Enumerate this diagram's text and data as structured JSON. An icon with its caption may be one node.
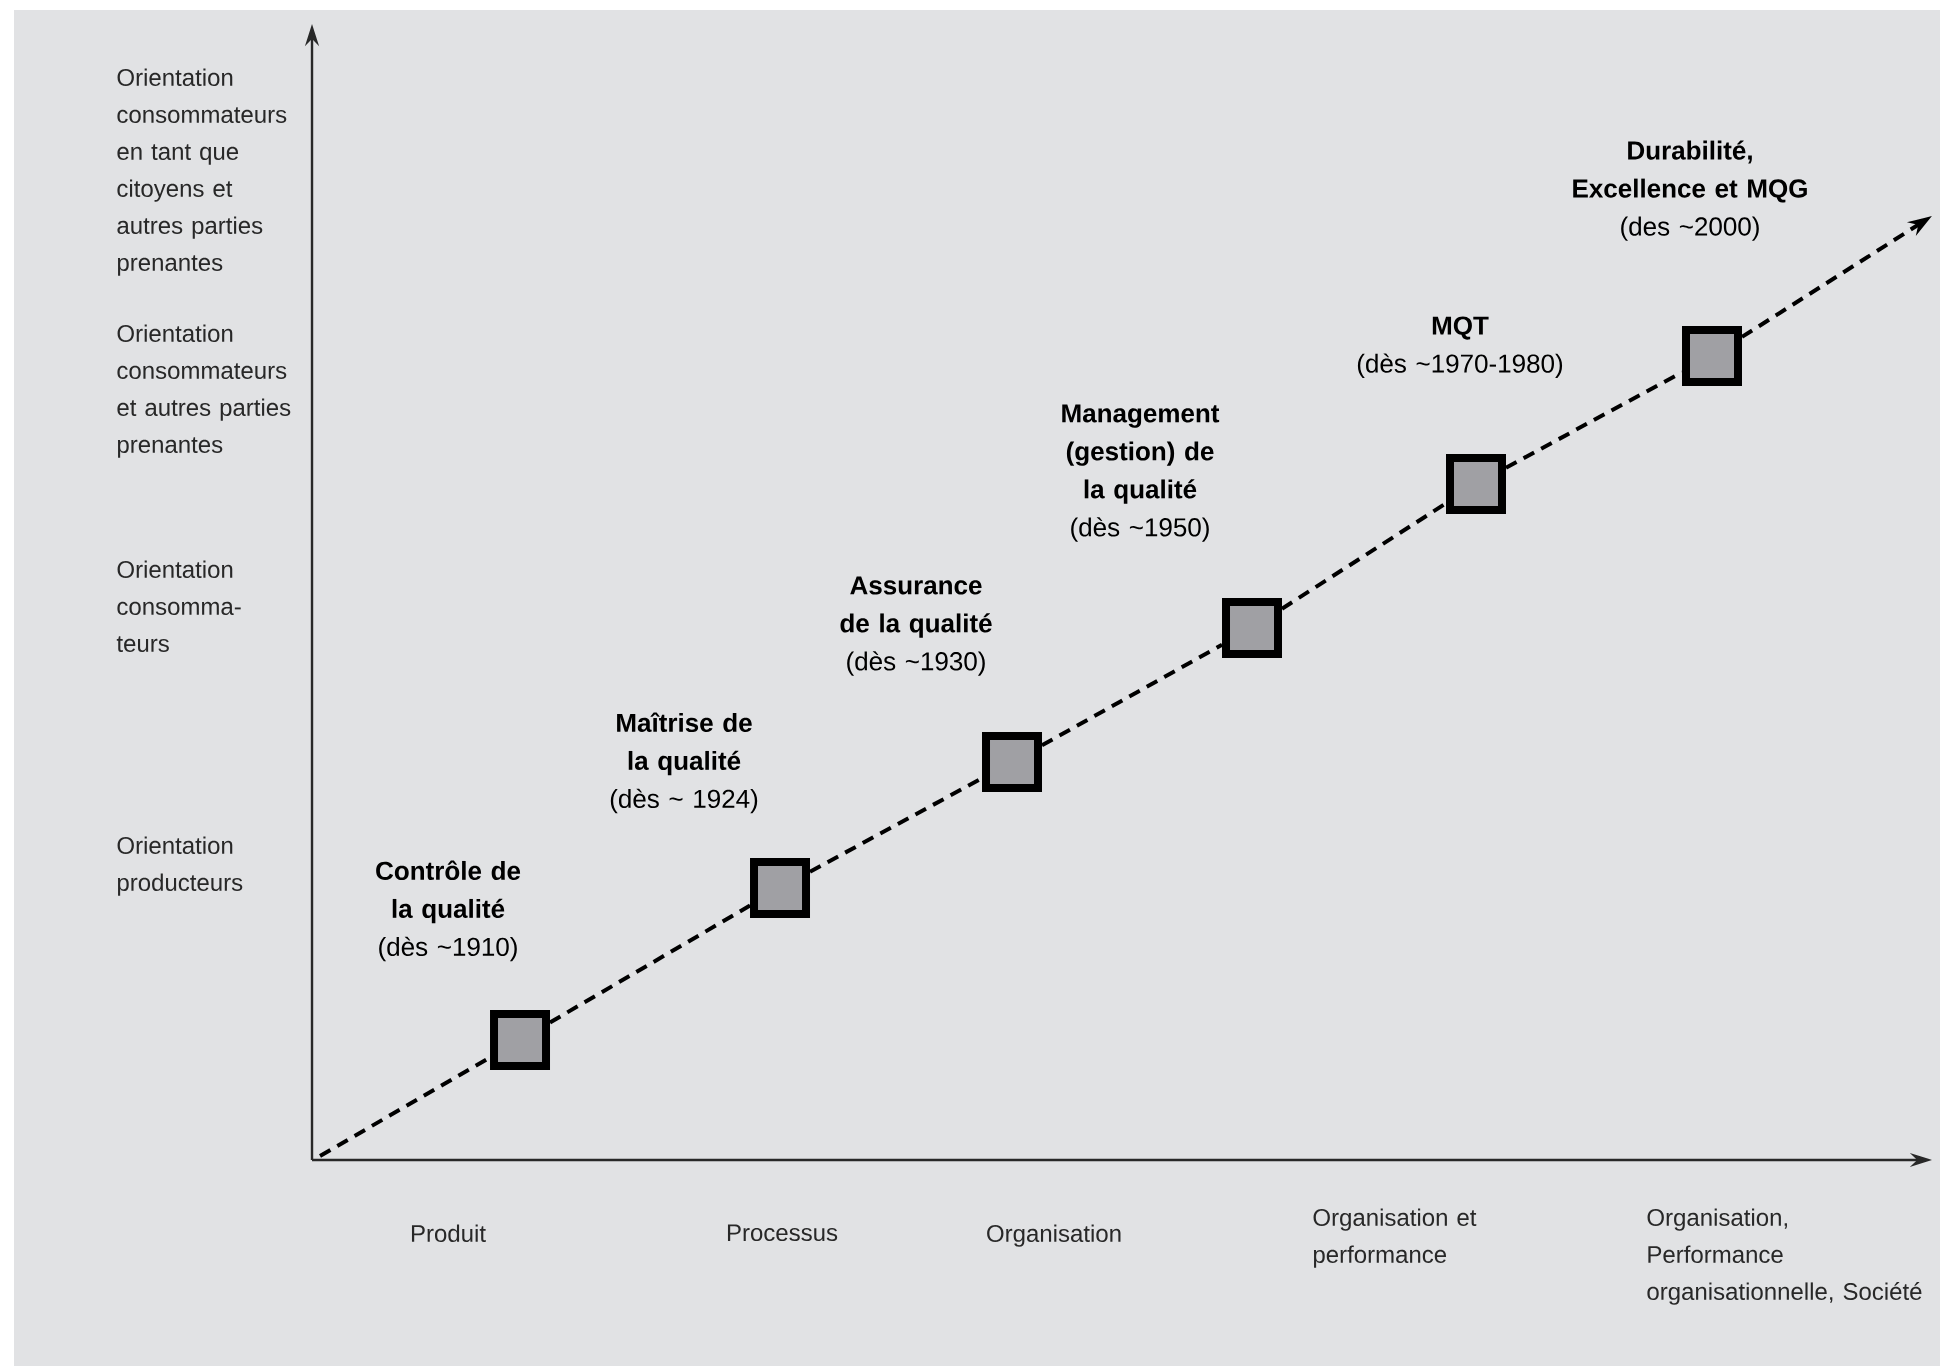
{
  "diagram": {
    "nodes": [
      {
        "text": [],
        "shape": "box",
        "beside": [
          "Contrôle de la qualité",
          "(dès ~1910)"
        ]
      },
      {
        "text": [],
        "shape": "box",
        "beside": [
          "Maîtrise de la qualité",
          "(dès ~ 1924)"
        ]
      },
      {
        "text": [],
        "shape": "box",
        "beside": [
          "Assurance de la qualité",
          "(dès ~1930)"
        ]
      },
      {
        "text": [],
        "shape": "box",
        "beside": [
          "Management (gestion) de la qualité",
          "(dès ~1950)"
        ]
      },
      {
        "text": [],
        "shape": "box",
        "beside": [
          "MQT",
          "(dès ~1970-1980)"
        ]
      },
      {
        "text": [],
        "shape": "box",
        "beside": [
          "Durabilité, Excellence et MQG",
          "(des ~2000)"
        ]
      }
    ],
    "edges": [
      {
        "from": null,
        "to": 0,
        "arrow": "none",
        "style": "dashed"
      },
      {
        "from": 0,
        "to": 1,
        "arrow": "none",
        "style": "dashed"
      },
      {
        "from": 1,
        "to": 2,
        "arrow": "none",
        "style": "dashed"
      },
      {
        "from": 2,
        "to": 3,
        "arrow": "none",
        "style": "dashed"
      },
      {
        "from": 3,
        "to": 4,
        "arrow": "none",
        "style": "dashed"
      },
      {
        "from": 4,
        "to": 5,
        "arrow": "none",
        "style": "dashed"
      },
      {
        "from": 5,
        "to": null,
        "arrow": "to",
        "style": "dashed"
      }
    ],
    "labels": [
      "Orientation consommateurs en tant que citoyens et autres parties prenantes",
      "Orientation consommateurs et autres parties prenantes",
      "Orientation consomma-teurs",
      "Orientation producteurs",
      "Produit",
      "Processus",
      "Organisation",
      "Organisation et performance",
      "Organisation, Performance organisationnelle, Société"
    ]
  }
}
